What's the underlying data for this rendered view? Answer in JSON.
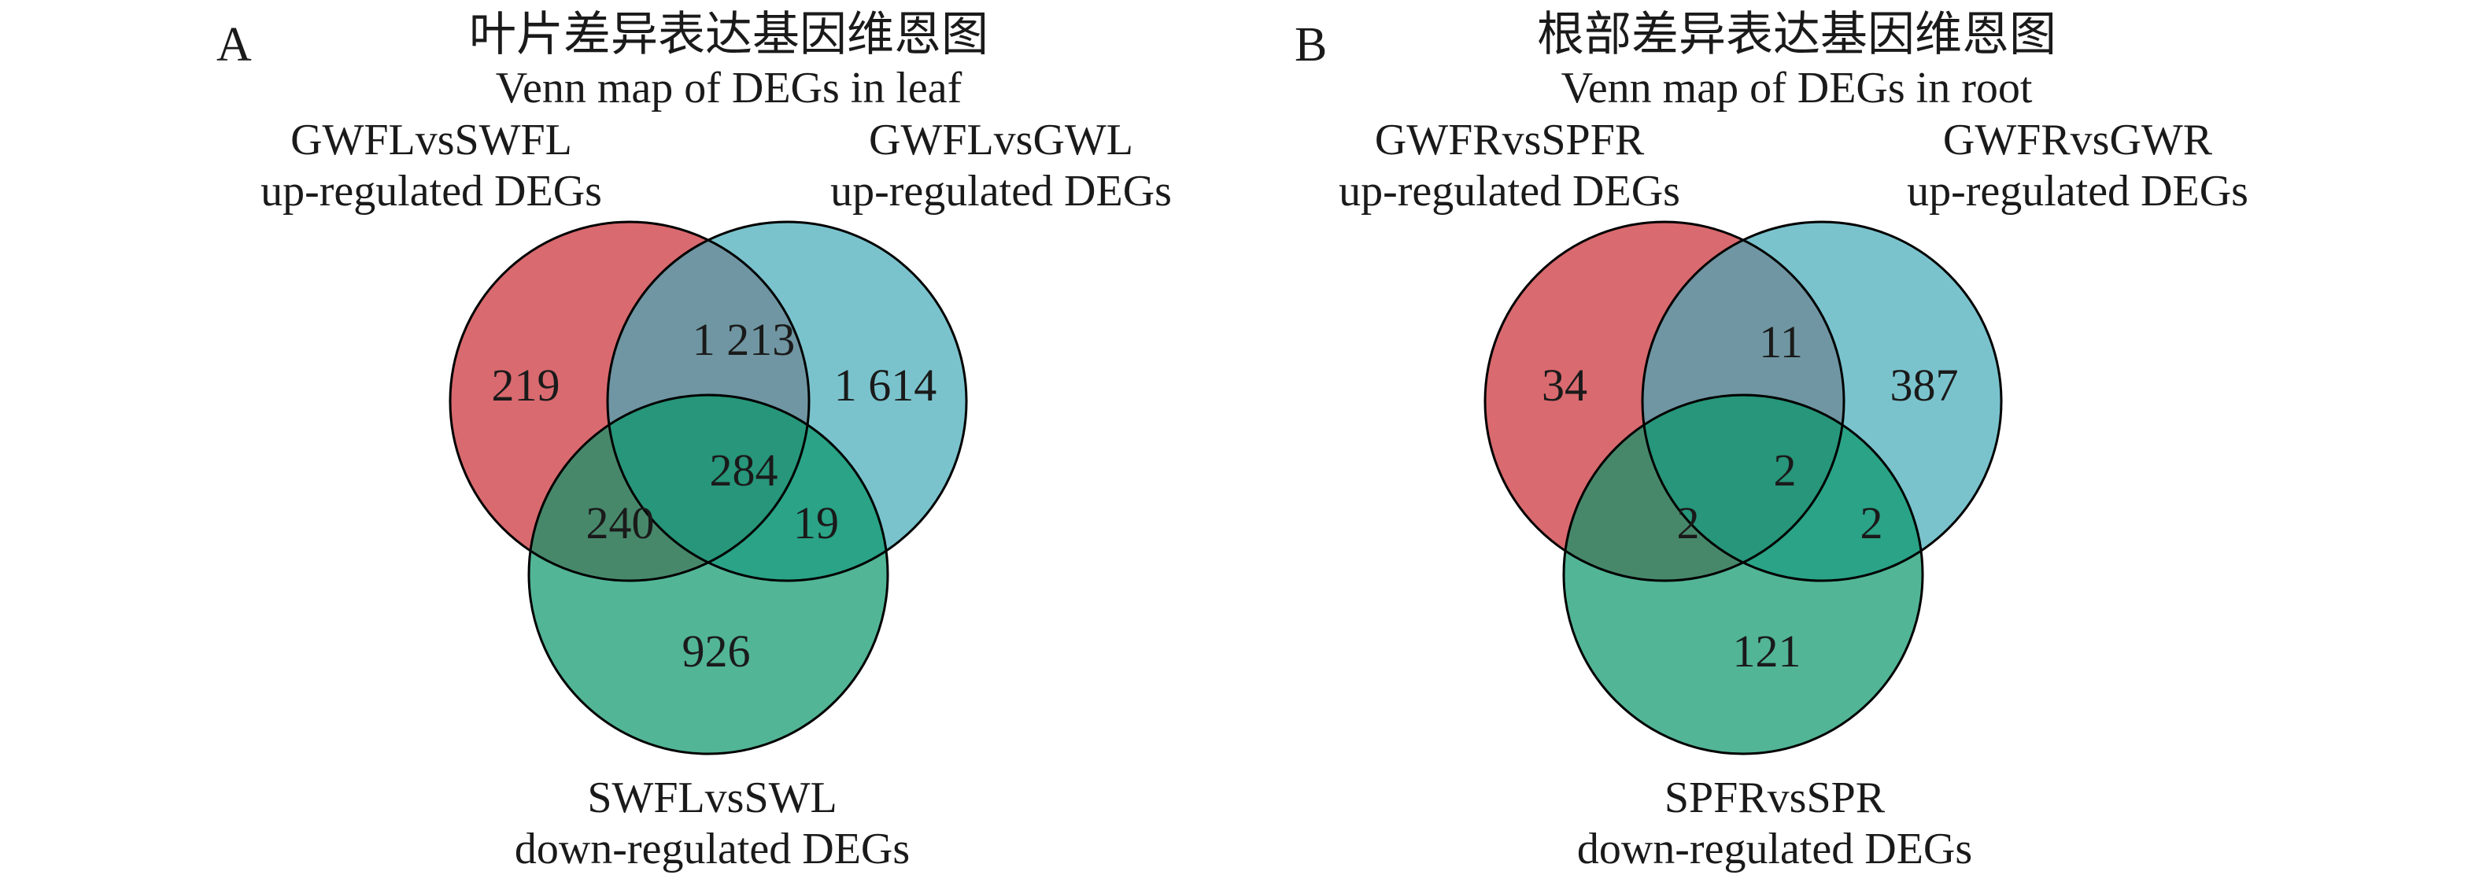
{
  "styles": {
    "background": "#ffffff",
    "outline_color": "#000000",
    "fill_opacity": 0.7,
    "observed_region_colors": {
      "set1_only": "#d96a6f",
      "set2_only": "#7ac3cd",
      "set3_only": "#52b597",
      "set1_set2": "#7297a8",
      "set1_set3": "#4e8d78",
      "set2_set3": "#47a294",
      "center": "#3e9183"
    }
  },
  "chart_data": [
    {
      "type": "venn",
      "panel_label": "A",
      "title_zh": "叶片差异表达基因维恩图",
      "title_en": "Venn map of DEGs in leaf",
      "sets": [
        {
          "name": "GWFLvsSWFL",
          "regulation": "up-regulated DEGs",
          "color": "#C92B32",
          "position": "top-left"
        },
        {
          "name": "GWFLvsGWL",
          "regulation": "up-regulated DEGs",
          "color": "#42AAB8",
          "position": "top-right"
        },
        {
          "name": "SWFLvsSWL",
          "regulation": "down-regulated DEGs",
          "color": "#08956A",
          "position": "bottom"
        }
      ],
      "counts": {
        "set1_only": "219",
        "set1_set2": "1 213",
        "set2_only": "1 614",
        "set1_set2_set3": "284",
        "set1_set3": "240",
        "set2_set3": "19",
        "set3_only": "926"
      },
      "values": {
        "set1_only": 219,
        "set1_set2": 1213,
        "set2_only": 1614,
        "set1_set2_set3": 284,
        "set1_set3": 240,
        "set2_set3": 19,
        "set3_only": 926
      }
    },
    {
      "type": "venn",
      "panel_label": "B",
      "title_zh": "根部差异表达基因维恩图",
      "title_en": "Venn map of DEGs in root",
      "sets": [
        {
          "name": "GWFRvsSPFR",
          "regulation": "up-regulated DEGs",
          "color": "#C92B32",
          "position": "top-left"
        },
        {
          "name": "GWFRvsGWR",
          "regulation": "up-regulated DEGs",
          "color": "#42AAB8",
          "position": "top-right"
        },
        {
          "name": "SPFRvsSPR",
          "regulation": "down-regulated DEGs",
          "color": "#08956A",
          "position": "bottom"
        }
      ],
      "counts": {
        "set1_only": "34",
        "set1_set2": "11",
        "set2_only": "387",
        "set1_set2_set3": "2",
        "set1_set3": "2",
        "set2_set3": "2",
        "set3_only": "121"
      },
      "values": {
        "set1_only": 34,
        "set1_set2": 11,
        "set2_only": 387,
        "set1_set2_set3": 2,
        "set1_set3": 2,
        "set2_set3": 2,
        "set3_only": 121
      }
    }
  ]
}
